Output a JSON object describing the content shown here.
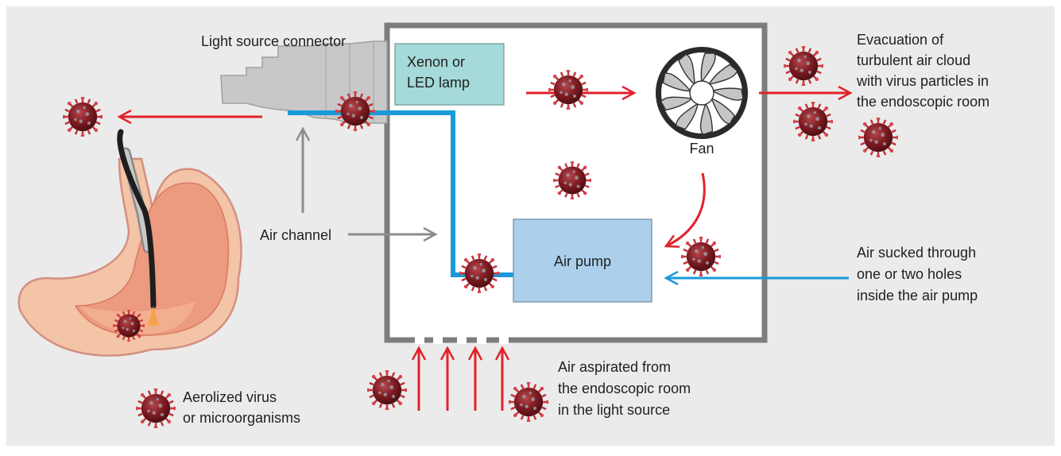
{
  "labels": {
    "light_source_connector": "Light source connector",
    "lamp_line1": "Xenon or",
    "lamp_line2": "LED lamp",
    "fan": "Fan",
    "air_channel": "Air channel",
    "air_pump": "Air pump",
    "evacuation": [
      "Evacuation of",
      "turbulent air cloud",
      "with virus particles in",
      "the endoscopic room"
    ],
    "sucked": [
      "Air sucked through",
      "one or two holes",
      "inside the air pump"
    ],
    "aspirated": [
      "Air aspirated from",
      "the endoscopic room",
      "in the light source"
    ],
    "legend": [
      "Aerolized virus",
      "or microorganisms"
    ]
  },
  "colors": {
    "background": "#ebebeb",
    "red_arrow": "#e3212a",
    "blue_channel": "#1a9ad8",
    "gray_arrow": "#8c8c8c",
    "box_border": "#7d7d7d",
    "lamp_fill": "#a6d9d9",
    "pump_fill": "#acd0ec",
    "virus": "#8a1c22",
    "stomach": "#f0a892"
  },
  "icons": [
    "virus-icon",
    "fan-icon",
    "endoscope-icon",
    "stomach-icon"
  ]
}
